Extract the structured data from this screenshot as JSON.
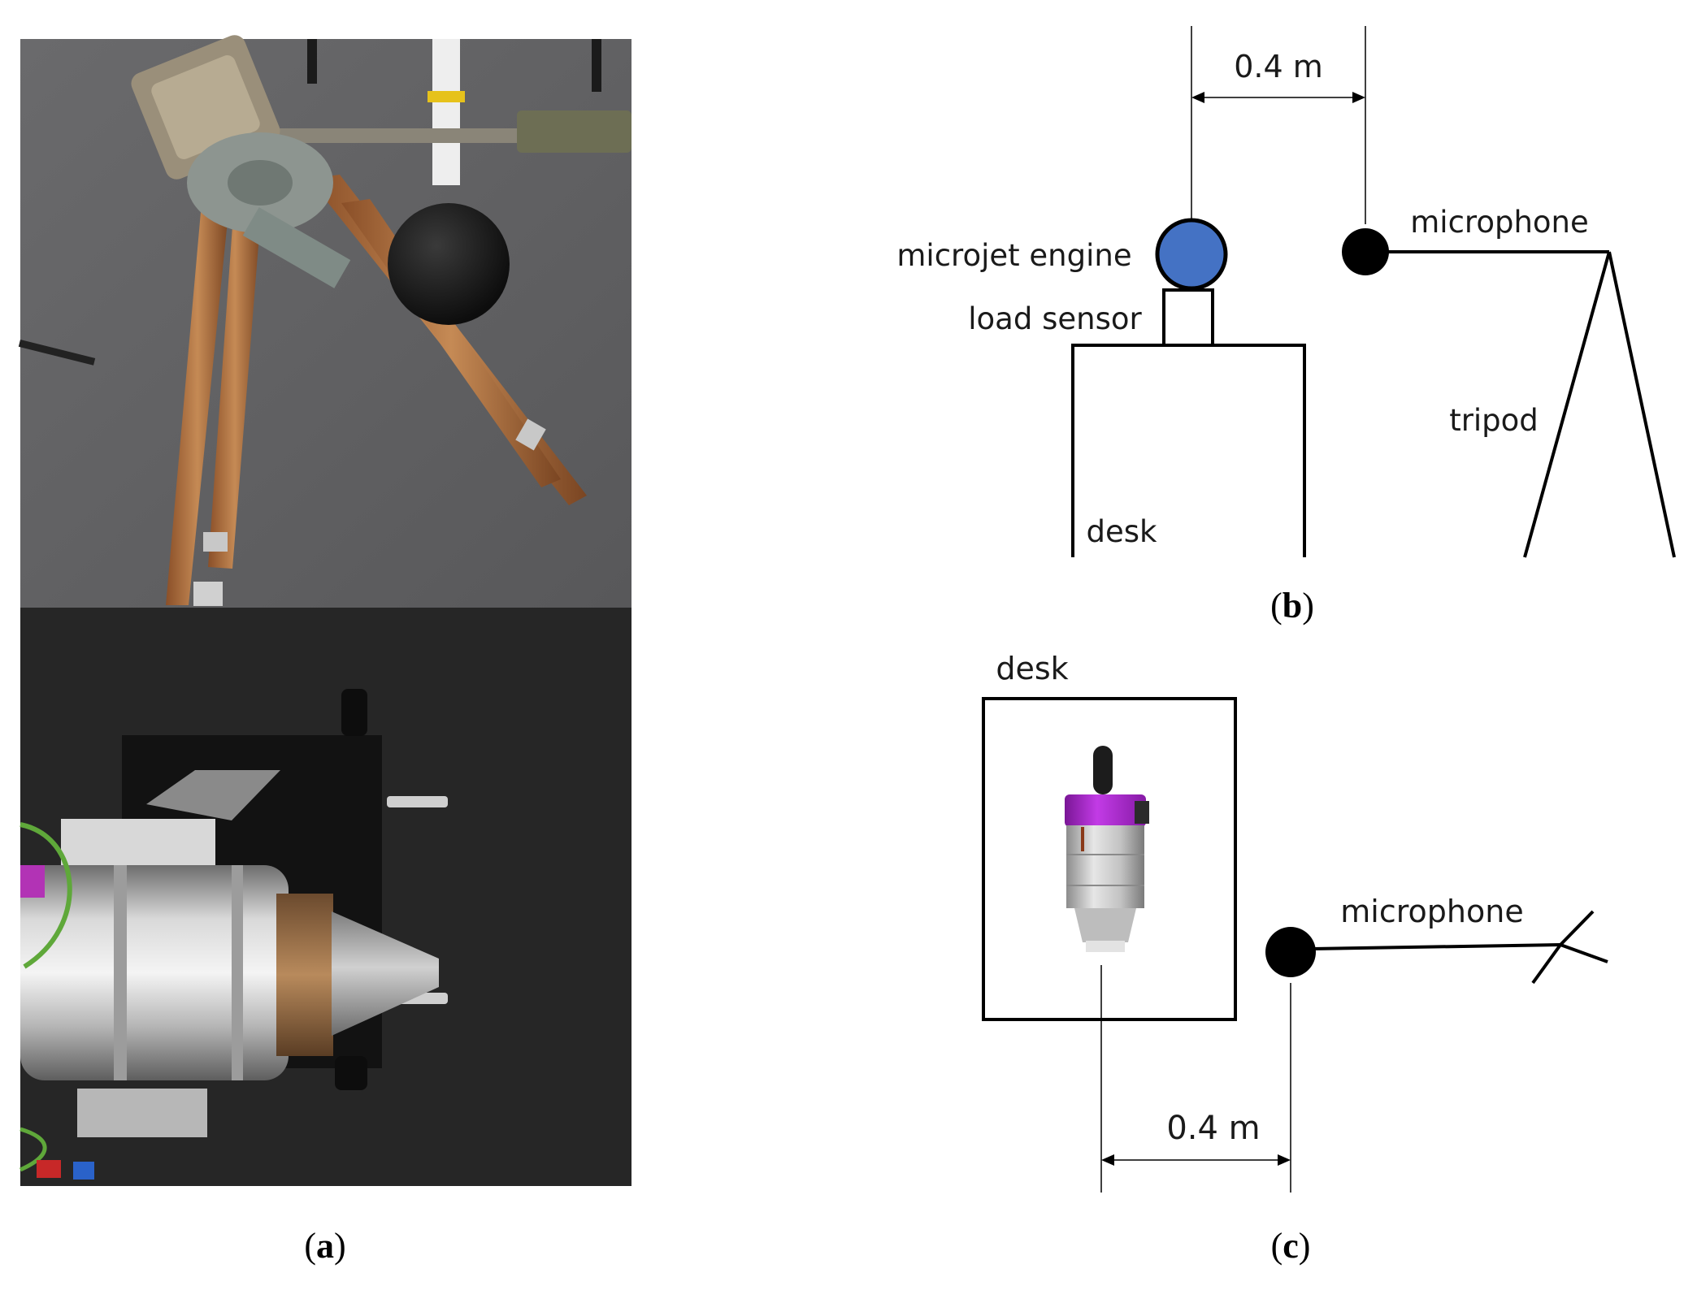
{
  "panel_a": {
    "caption_open": "(",
    "caption_letter": "a",
    "caption_close": ")"
  },
  "panel_b": {
    "distance_label": "0.4 m",
    "engine_label": "microjet engine",
    "sensor_label": "load sensor",
    "desk_label": "desk",
    "microphone_label": "microphone",
    "tripod_label": "tripod",
    "caption_open": "(",
    "caption_letter": "b",
    "caption_close": ")"
  },
  "panel_c": {
    "desk_label": "desk",
    "microphone_label": "microphone",
    "distance_label": "0.4 m",
    "caption_open": "(",
    "caption_letter": "c",
    "caption_close": ")"
  },
  "colors": {
    "engine_blue": "#4472C4",
    "engine_purple": "#A020C8",
    "outline": "#000000"
  }
}
